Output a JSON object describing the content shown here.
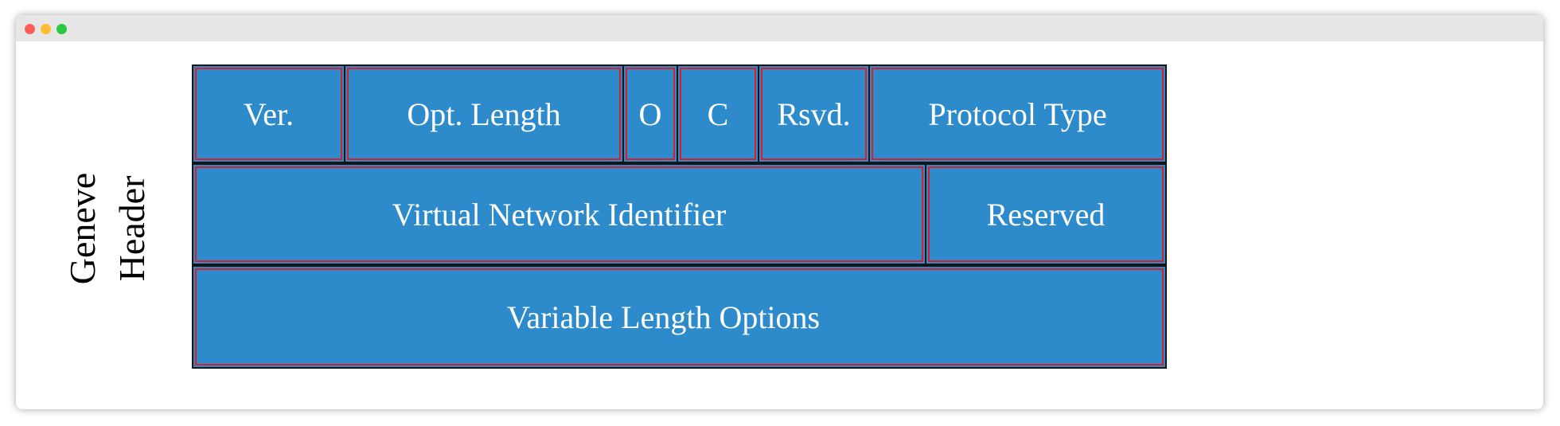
{
  "diagram": {
    "side_label_line1": "Geneve",
    "side_label_line2": "Header",
    "row1": {
      "ver": "Ver.",
      "opt_length": "Opt. Length",
      "o": "O",
      "c": "C",
      "rsvd": "Rsvd.",
      "protocol_type": "Protocol Type"
    },
    "row2": {
      "vni": "Virtual Network Identifier",
      "reserved": "Reserved"
    },
    "row3": {
      "options": "Variable Length Options"
    },
    "colors": {
      "field_fill": "#2e8bcb",
      "field_border": "#141414",
      "inner_outline": "#d8202c",
      "text": "#ffffff"
    }
  }
}
